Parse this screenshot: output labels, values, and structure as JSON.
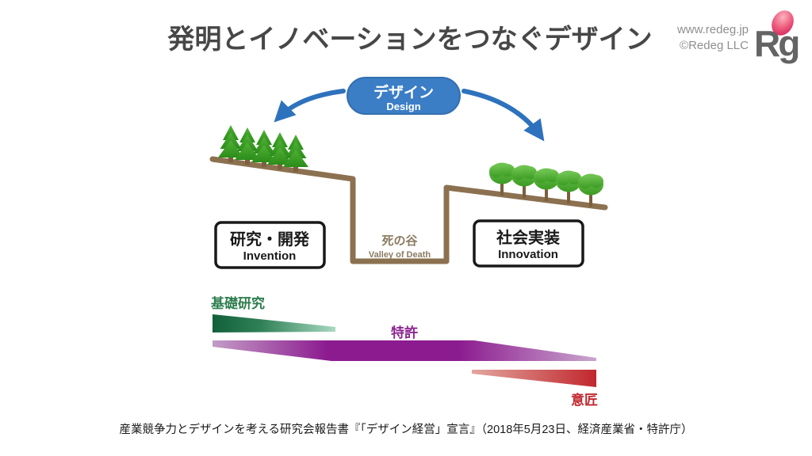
{
  "title": "発明とイノベーションをつなぐデザイン",
  "branding": {
    "url": "www.redeg.jp",
    "copyright": "©Redeg LLC",
    "logo_text": "Rg",
    "logo_egg_color": "#e2336b",
    "logo_text_color": "#646464"
  },
  "design_node": {
    "jp": "デザイン",
    "en": "Design",
    "fill_color": "#3b7ec6",
    "arrow_color": "#2e72bd"
  },
  "invention_box": {
    "jp": "研究・開発",
    "en": "Invention"
  },
  "valley": {
    "jp": "死の谷",
    "en": "Valley of Death",
    "text_color": "#8b7b60",
    "ground_color": "#8c7150"
  },
  "innovation_box": {
    "jp": "社会実装",
    "en": "Innovation"
  },
  "bars": {
    "basic_research": {
      "label": "基礎研究",
      "label_color": "#2e7d4e",
      "color_dark": "#11603a",
      "color_light": "#a8d9c0",
      "direction": "wide-left-tapering-right"
    },
    "patent": {
      "label": "特許",
      "label_color": "#8c2490",
      "color_dark": "#8c1b90",
      "color_light": "#c9a6cd",
      "direction": "thin-ends-wide-middle"
    },
    "design_rights": {
      "label": "意匠",
      "label_color": "#c1272d",
      "color_dark": "#c1272d",
      "color_light": "#e3a69f",
      "direction": "thin-left-widening-right"
    }
  },
  "caption": "産業競争力とデザインを考える研究会報告書『「デザイン経営」宣言』（2018年5月23日、経済産業省・特許庁）"
}
